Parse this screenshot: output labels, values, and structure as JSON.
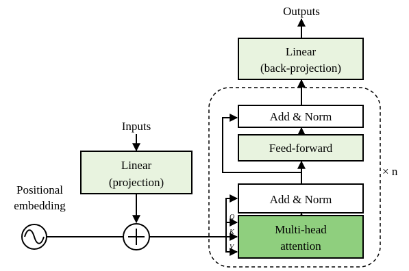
{
  "labels": {
    "outputs": "Outputs",
    "inputs": "Inputs",
    "linear_back_line1": "Linear",
    "linear_back_line2": "(back-projection)",
    "add_norm_top": "Add & Norm",
    "feed_forward": "Feed-forward",
    "add_norm_bottom": "Add & Norm",
    "multi_head_line1": "Multi-head",
    "multi_head_line2": "attention",
    "linear_proj_line1": "Linear",
    "linear_proj_line2": "(projection)",
    "positional_line1": "Positional",
    "positional_line2": "embedding",
    "q": "Q",
    "k": "K",
    "v": "V",
    "repeat": "× n"
  },
  "colors": {
    "light_green": "#e8f3df",
    "dark_green": "#8fcf7e"
  }
}
